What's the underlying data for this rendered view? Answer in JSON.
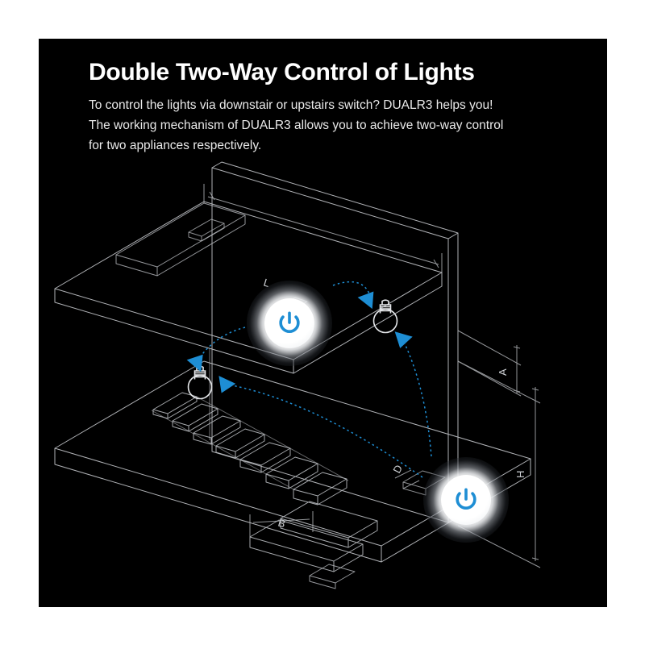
{
  "page": {
    "background_color": "#ffffff",
    "panel_color": "#000000",
    "accent_color": "#1e8ed4",
    "line_color": "#b9bcc0",
    "text_color": "#ffffff"
  },
  "header": {
    "title": "Double Two-Way Control of Lights",
    "body_lines": [
      "To control the lights via downstair or upstairs switch? DUALR3 helps you!",
      "The working mechanism of DUALR3 allows you to achieve two-way control",
      "for two appliances respectively."
    ]
  },
  "diagram": {
    "type": "isometric-wireframe",
    "description": "Two-storey isometric house wireframe with a staircase, two power-button switches and two light bulbs linked by dotted arrows",
    "controls": [
      {
        "name": "upper-floor-switch",
        "icon": "power-icon",
        "color": "#1e8ed4"
      },
      {
        "name": "lower-floor-switch",
        "icon": "power-icon",
        "color": "#1e8ed4"
      }
    ],
    "lamps": [
      {
        "name": "upper-floor-bulb",
        "icon": "light-bulb-icon"
      },
      {
        "name": "lower-floor-bulb",
        "icon": "light-bulb-icon"
      }
    ],
    "dimension_labels": [
      {
        "id": "L",
        "label": "L"
      },
      {
        "id": "A",
        "label": "A"
      },
      {
        "id": "H",
        "label": "H"
      },
      {
        "id": "B",
        "label": "B"
      },
      {
        "id": "D",
        "label": "D"
      }
    ],
    "connections": [
      {
        "from": "upper-floor-switch",
        "to": "upper-floor-bulb",
        "style": "dotted-arrow"
      },
      {
        "from": "upper-floor-switch",
        "to": "lower-floor-bulb",
        "style": "dotted-arrow"
      },
      {
        "from": "lower-floor-switch",
        "to": "upper-floor-bulb",
        "style": "dotted-arrow"
      },
      {
        "from": "lower-floor-switch",
        "to": "lower-floor-bulb",
        "style": "dotted-arrow"
      }
    ]
  }
}
